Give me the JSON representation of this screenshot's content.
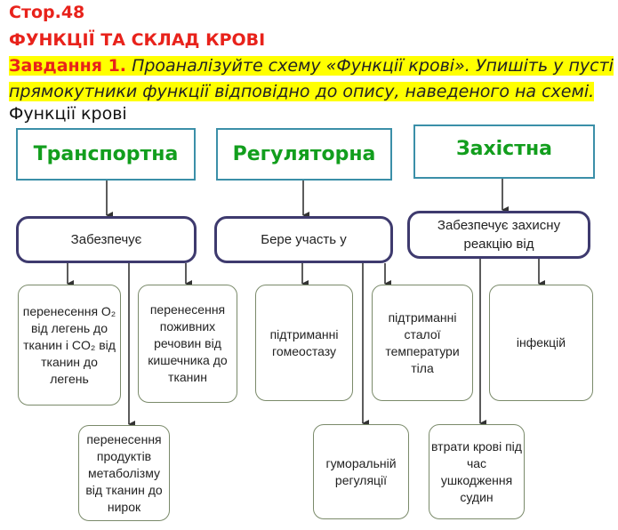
{
  "header": {
    "page_number": "Стор.48",
    "title": "ФУНКЦІЇ ТА СКЛАД КРОВІ"
  },
  "task": {
    "label": "Завдання 1.",
    "text_line1": " Проаналізуйте схему «Функції крові». Упишіть у пусті",
    "text_line2": "прямокутники функції відповідно до опису, наведеного на схемі."
  },
  "scheme_label": "Функції крові",
  "diagram": {
    "colors": {
      "title_green": "#129e1d",
      "top_border": "#3b8fa8",
      "mid_border": "#3e3a6e",
      "leaf_border": "#7a8a6a",
      "header_red": "#e8221b",
      "highlight": "#ffff00"
    },
    "functions": [
      {
        "title": "Транспортна",
        "description": "Забезпечує",
        "items": [
          "перенесення O₂ від легень до тканин і CO₂ від тканин до легень",
          "перенесення поживних речовин від кишечника до тканин",
          "перенесення продуктів метаболізму від тканин до нирок"
        ]
      },
      {
        "title": "Регуляторна",
        "description": "Бере участь у",
        "items": [
          "підтриманні гомеостазу",
          "підтриманні сталої температури тіла",
          "гуморальній регуляції"
        ]
      },
      {
        "title": "Захістна",
        "description": "Забезпечує захисну реакцію від",
        "items": [
          "інфекцій",
          "втрати крові під час ушкодження судин"
        ]
      }
    ]
  }
}
